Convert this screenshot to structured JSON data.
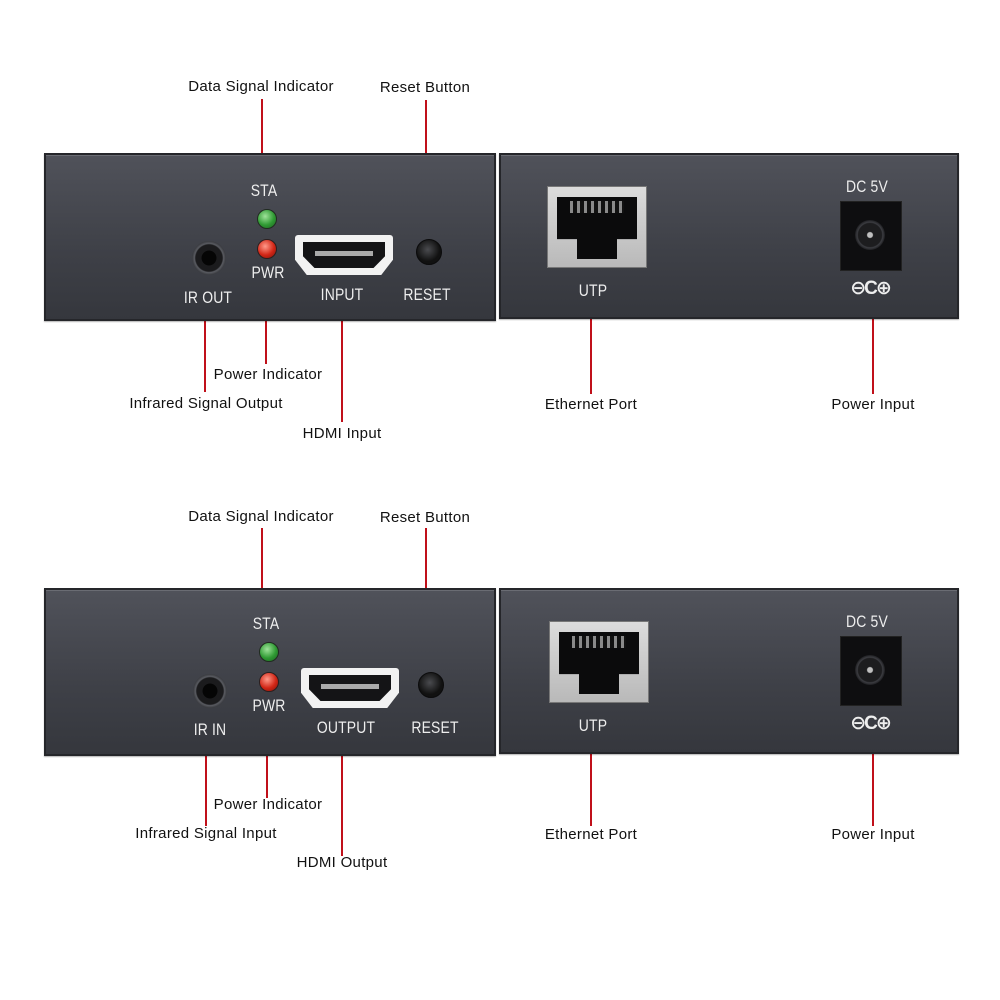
{
  "transmitter": {
    "front": {
      "led_top_label": "STA",
      "led_bottom_label": "PWR",
      "ir_label": "IR OUT",
      "hdmi_label": "INPUT",
      "reset_label": "RESET"
    },
    "back": {
      "rj45_label": "UTP",
      "dc_label": "DC 5V",
      "polarity": "⊖C⊕"
    },
    "callouts": {
      "data_signal": "Data Signal Indicator",
      "reset_button": "Reset Button",
      "power_indicator": "Power Indicator",
      "infrared": "Infrared Signal Output",
      "hdmi": "HDMI Input",
      "ethernet": "Ethernet Port",
      "power_input": "Power Input"
    }
  },
  "receiver": {
    "front": {
      "led_top_label": "STA",
      "led_bottom_label": "PWR",
      "ir_label": "IR IN",
      "hdmi_label": "OUTPUT",
      "reset_label": "RESET"
    },
    "back": {
      "rj45_label": "UTP",
      "dc_label": "DC 5V",
      "polarity": "⊖C⊕"
    },
    "callouts": {
      "data_signal": "Data Signal Indicator",
      "reset_button": "Reset Button",
      "power_indicator": "Power Indicator",
      "infrared": "Infrared Signal Input",
      "hdmi": "HDMI Output",
      "ethernet": "Ethernet Port",
      "power_input": "Power Input"
    }
  },
  "colors": {
    "panel": "#3e4047",
    "leader": "#c0101a",
    "led_green": "#2f9a33",
    "led_red": "#d22616"
  }
}
